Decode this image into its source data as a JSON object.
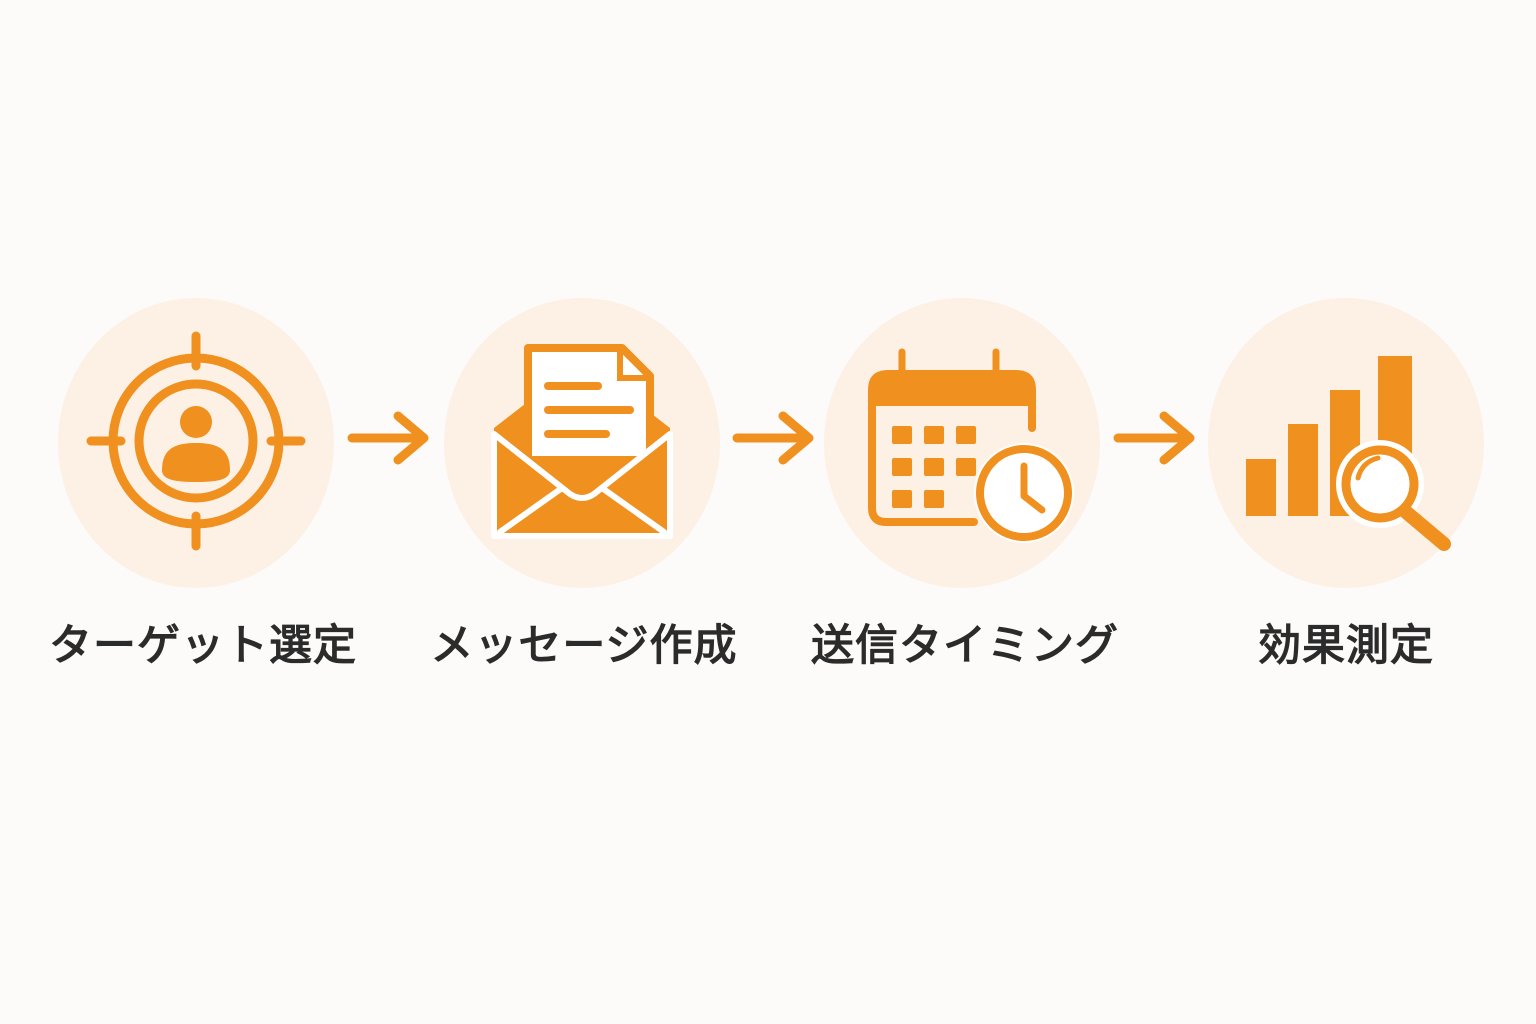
{
  "accent_color": "#f0901f",
  "circle_color": "#fdf1e6",
  "text_color": "#2b2b2b",
  "steps": [
    {
      "label": "ターゲット選定",
      "icon": "target-user-icon"
    },
    {
      "label": "メッセージ作成",
      "icon": "envelope-document-icon"
    },
    {
      "label": "送信タイミング",
      "icon": "calendar-clock-icon"
    },
    {
      "label": "効果測定",
      "icon": "bar-chart-magnifier-icon"
    }
  ],
  "connector_icon": "arrow-right-icon"
}
